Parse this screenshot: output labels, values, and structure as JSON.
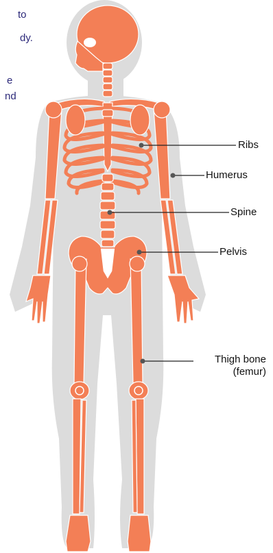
{
  "intro_fragments": [
    "to",
    "dy.",
    "e",
    "nd"
  ],
  "labels": {
    "ribs": "Ribs",
    "humerus": "Humerus",
    "spine": "Spine",
    "pelvis": "Pelvis",
    "thigh_line1": "Thigh bone",
    "thigh_line2": "(femur)"
  },
  "colors": {
    "bone": "#f37f56",
    "silhouette": "#dcdcdc",
    "bone_edge": "#ffffff",
    "leader": "#222222",
    "dot": "#555555",
    "intro_text": "#2d2a7a"
  }
}
